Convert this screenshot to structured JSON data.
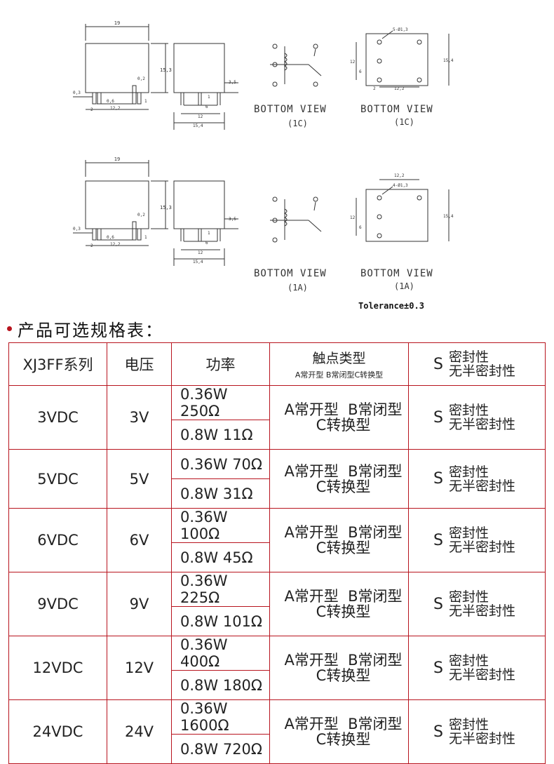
{
  "drawings": {
    "top": {
      "dims": {
        "width": "19",
        "height": "15,3",
        "pin_offset": "0,2",
        "pin_w": "0,3",
        "spacing_a": "0,6",
        "spacing_b": "12,2",
        "left": "2",
        "right": "1",
        "side_h": "3,5",
        "side_a": "1",
        "side_b": "6",
        "side_c": "12",
        "side_w": "15,4"
      },
      "coil_view_label": "BOTTOM VIEW",
      "coil_view_sub": "(1C)",
      "pcb_view_label": "BOTTOM VIEW",
      "pcb_view_sub": "(1C)",
      "pcb_dims": {
        "holes": "5-Ø1,3",
        "h": "12",
        "h2": "6",
        "w": "12,2",
        "l": "2",
        "total": "15,4"
      }
    },
    "bottom": {
      "dims": {
        "width": "19",
        "height": "15,3",
        "pin_offset": "0,2",
        "pin_w": "0,3",
        "spacing_a": "0,6",
        "spacing_b": "12,2",
        "left": "2",
        "right": "1",
        "side_h": "3,5",
        "side_a": "1",
        "side_b": "6",
        "side_c": "12",
        "side_w": "15,4"
      },
      "coil_view_label": "BOTTOM VIEW",
      "coil_view_sub": "(1A)",
      "pcb_view_label": "BOTTOM VIEW",
      "pcb_view_sub": "(1A)",
      "pcb_dims": {
        "holes": "4-Ø1,3",
        "h": "12",
        "h2": "6",
        "w": "12,2",
        "total": "15,4"
      }
    },
    "tolerance": "Tolerance±0.3"
  },
  "section_title": "产品可选规格表：",
  "table": {
    "headers": {
      "series": "XJ3FF系列",
      "voltage": "电压",
      "power": "功率",
      "contact_main": "触点类型",
      "contact_sub": "A常开型 B常闭型C转换型",
      "seal_s": "S",
      "seal_line1": "密封性",
      "seal_line2": "无半密封性"
    },
    "rows": [
      {
        "series": "3VDC",
        "voltage": "3V",
        "p1": "0.36W 250Ω",
        "p2": "0.8W 11Ω",
        "contact1": "A常开型  B常闭型",
        "contact2": "C转换型",
        "s": "S",
        "seal1": "密封性",
        "seal2": "无半密封性"
      },
      {
        "series": "5VDC",
        "voltage": "5V",
        "p1": "0.36W 70Ω",
        "p2": "0.8W 31Ω",
        "contact1": "A常开型  B常闭型",
        "contact2": "C转换型",
        "s": "S",
        "seal1": "密封性",
        "seal2": "无半密封性"
      },
      {
        "series": "6VDC",
        "voltage": "6V",
        "p1": "0.36W 100Ω",
        "p2": "0.8W 45Ω",
        "contact1": "A常开型  B常闭型",
        "contact2": "C转换型",
        "s": "S",
        "seal1": "密封性",
        "seal2": "无半密封性"
      },
      {
        "series": "9VDC",
        "voltage": "9V",
        "p1": "0.36W 225Ω",
        "p2": "0.8W 101Ω",
        "contact1": "A常开型  B常闭型",
        "contact2": "C转换型",
        "s": "S",
        "seal1": "密封性",
        "seal2": "无半密封性"
      },
      {
        "series": "12VDC",
        "voltage": "12V",
        "p1": "0.36W 400Ω",
        "p2": "0.8W 180Ω",
        "contact1": "A常开型  B常闭型",
        "contact2": "C转换型",
        "s": "S",
        "seal1": "密封性",
        "seal2": "无半密封性"
      },
      {
        "series": "24VDC",
        "voltage": "24V",
        "p1": "0.36W 1600Ω",
        "p2": "0.8W 720Ω",
        "contact1": "A常开型  B常闭型",
        "contact2": "C转换型",
        "s": "S",
        "seal1": "密封性",
        "seal2": "无半密封性"
      }
    ]
  },
  "colors": {
    "accent": "#b8141e",
    "line": "#333333"
  }
}
